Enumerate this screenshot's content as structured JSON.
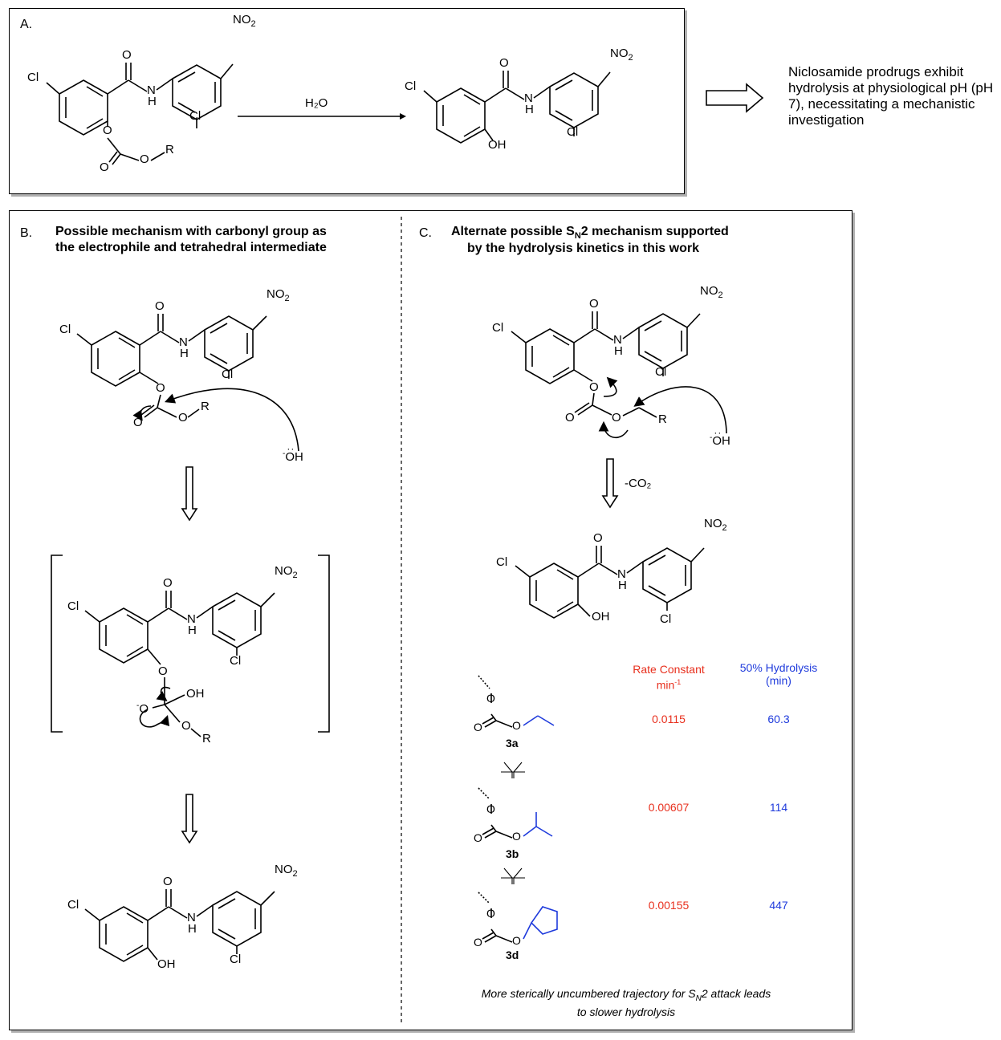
{
  "panelA": {
    "label": "A.",
    "reagent": "H₂O",
    "description": "Niclosamide prodrugs exhibit hydrolysis at physiological pH (pH 7), necessitating a mechanistic investigation"
  },
  "panelB": {
    "label": "B.",
    "title_line1": "Possible mechanism with carbonyl group as",
    "title_line2": "the electrophile and tetrahedral intermediate"
  },
  "panelC": {
    "label": "C.",
    "title_line1_pre": "Alternate possible S",
    "title_line1_sub": "N",
    "title_line1_post": "2 mechanism supported",
    "title_line2": "by the hydrolysis kinetics in this work",
    "arrow_label": "-CO₂",
    "table": {
      "col1_header_line1": "Rate Constant",
      "col1_header_line2": "min",
      "col1_header_sup": "-1",
      "col2_header_line1": "50% Hydrolysis",
      "col2_header_line2": "(min)",
      "rows": [
        {
          "compound": "3a",
          "rate": "0.0115",
          "half": "60.3"
        },
        {
          "compound": "3b",
          "rate": "0.00607",
          "half": "114"
        },
        {
          "compound": "3d",
          "rate": "0.00155",
          "half": "447"
        }
      ]
    },
    "footnote_pre": "More sterically uncumbered trajectory for S",
    "footnote_sub": "N",
    "footnote_post": "2 attack leads",
    "footnote_line2": "to slower hydrolysis"
  },
  "atoms": {
    "Cl": "Cl",
    "O": "O",
    "H": "H",
    "N": "N",
    "NO2": "NO",
    "NO2_sub": "2",
    "R": "R",
    "OH": "OH",
    "OH_anion": "OH",
    "O_minus": "O"
  },
  "colors": {
    "rate_red": "#e8301e",
    "half_blue": "#1f3bdc",
    "ester_blue": "#1f3bdc"
  }
}
